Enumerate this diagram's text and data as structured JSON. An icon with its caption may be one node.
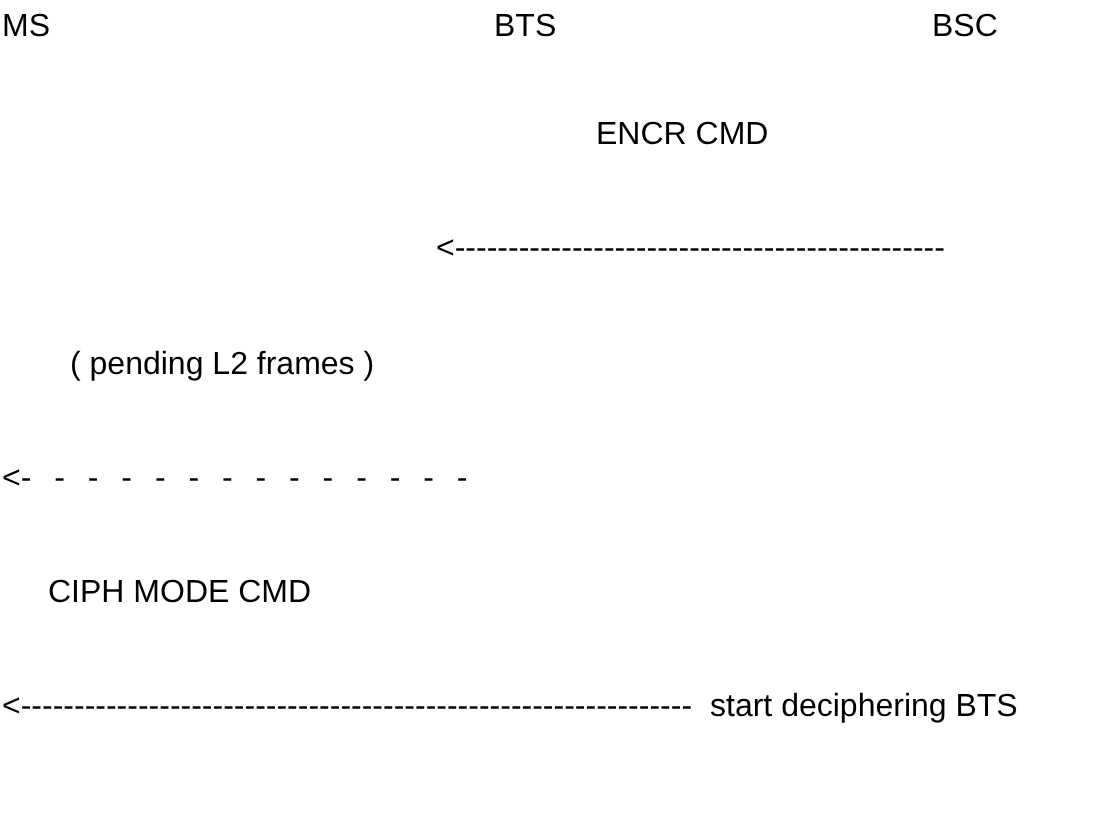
{
  "diagram": {
    "labels": [
      "MS",
      "BTS",
      "BSC",
      "ENCR CMD",
      "<----------------------------------------------",
      "( pending L2 frames )",
      "<- - - - - - - - - - - - - -",
      "CIPH MODE CMD",
      "<---------------------------------------------------------------",
      "start deciphering BTS"
    ]
  }
}
